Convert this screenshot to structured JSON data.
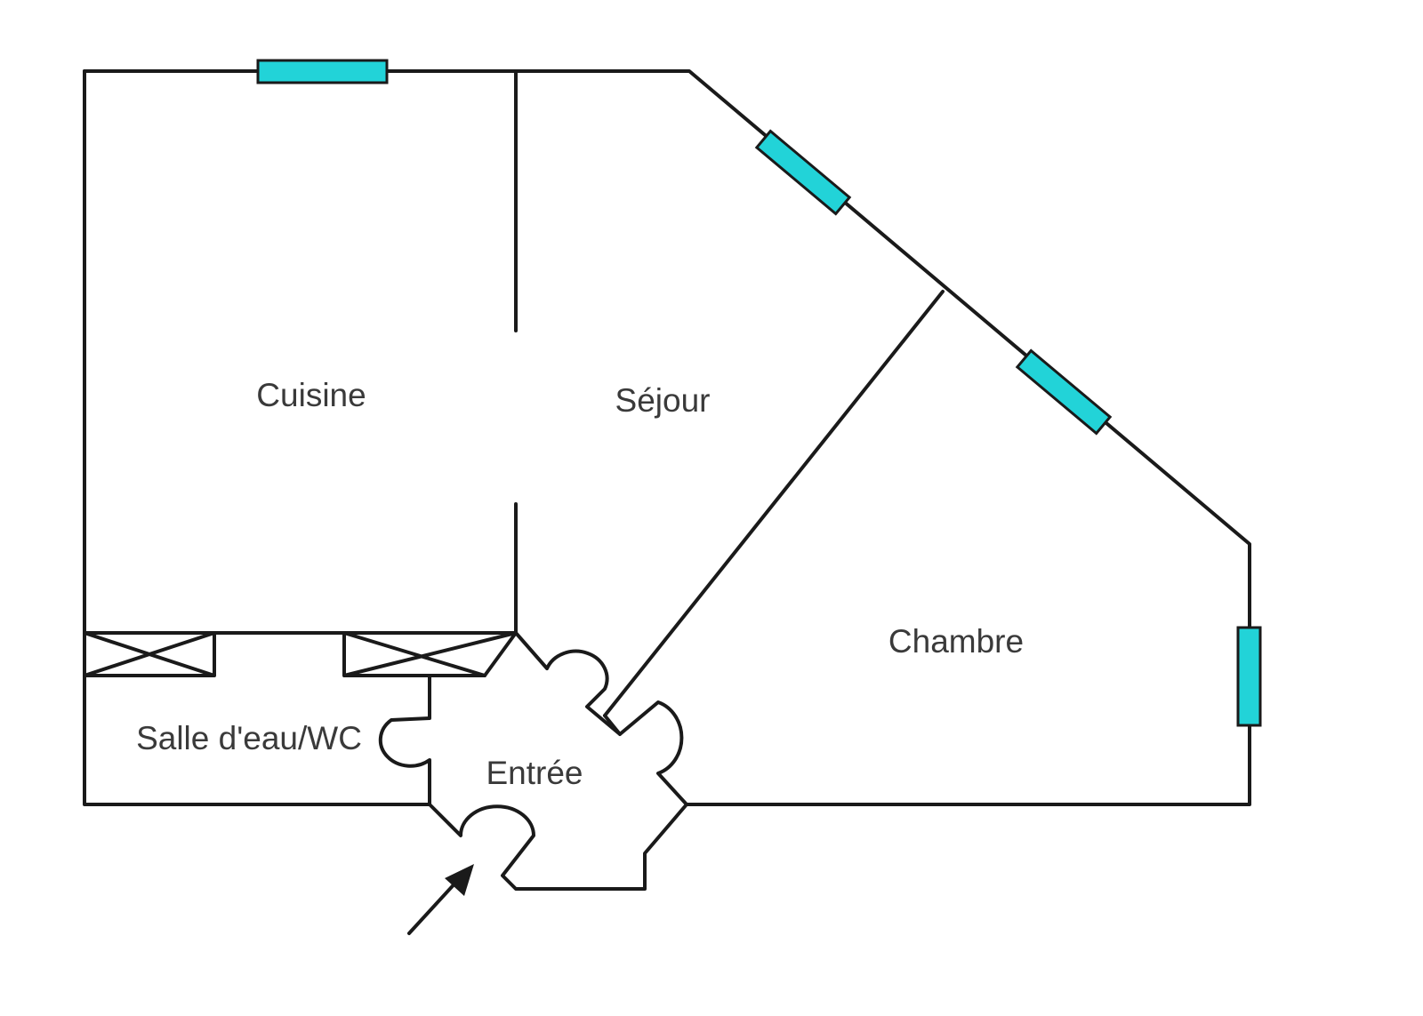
{
  "rooms": {
    "kitchen": "Cuisine",
    "living": "Séjour",
    "bedroom": "Chambre",
    "bathroom": "Salle d'eau/WC",
    "entrance": "Entrée"
  },
  "colors": {
    "window": "#22d3d8",
    "wall": "#1a1a1a",
    "label": "#3a3a3a"
  }
}
